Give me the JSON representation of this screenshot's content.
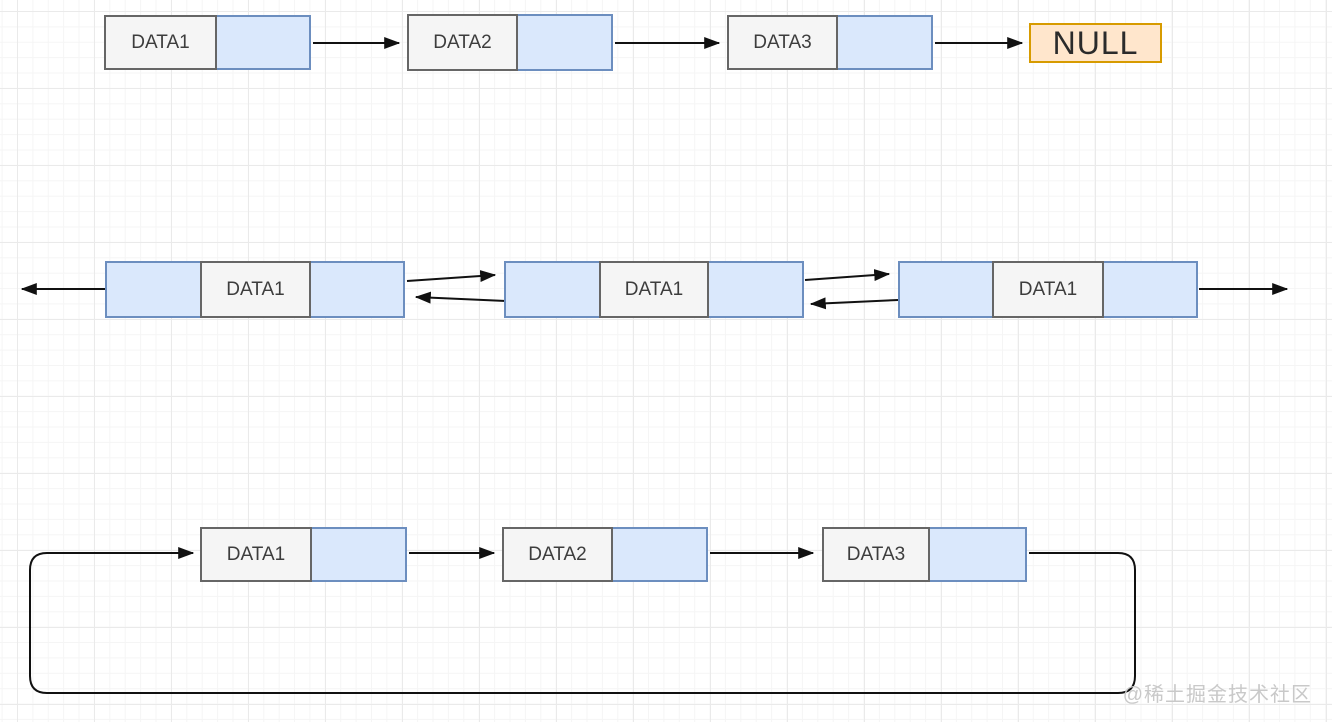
{
  "diagram": {
    "singly_list": {
      "nodes": [
        {
          "label": "DATA1"
        },
        {
          "label": "DATA2"
        },
        {
          "label": "DATA3"
        }
      ],
      "terminator_label": "NULL"
    },
    "doubly_list": {
      "nodes": [
        {
          "label": "DATA1"
        },
        {
          "label": "DATA1"
        },
        {
          "label": "DATA1"
        }
      ]
    },
    "circular_list": {
      "nodes": [
        {
          "label": "DATA1"
        },
        {
          "label": "DATA2"
        },
        {
          "label": "DATA3"
        }
      ]
    }
  },
  "watermark": "@稀土掘金技术社区",
  "colors": {
    "data_cell_fill": "#f5f5f5",
    "data_cell_border": "#666666",
    "pointer_cell_fill": "#dae8fc",
    "pointer_cell_border": "#6c8ebf",
    "null_fill": "#ffe6cc",
    "null_border": "#d79b00",
    "arrow": "#111111",
    "watermark_text": "#c9c9c9"
  }
}
